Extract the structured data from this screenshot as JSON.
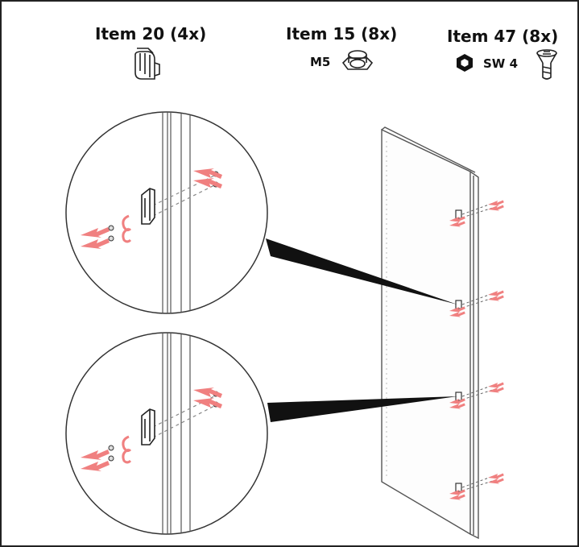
{
  "parts": [
    {
      "name": "Item 20 (4x)",
      "icon": "clip-bracket-icon"
    },
    {
      "name": "Item 15 (8x)",
      "spec": "M5",
      "icon": "hex-nut-icon"
    },
    {
      "name": "Item 47 (8x)",
      "spec": "SW 4",
      "icon": "countersunk-screw-icon",
      "tool_icon": "hex-key-icon"
    }
  ],
  "colors": {
    "arrow": "#f08080",
    "line": "#222222",
    "panel_edge": "#555555"
  }
}
